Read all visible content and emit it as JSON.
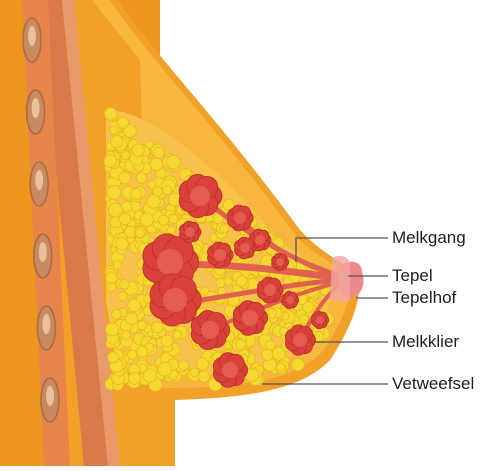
{
  "labels": {
    "milk_duct": "Melkgang",
    "nipple": "Tepel",
    "areola": "Tepelhof",
    "mammary_gland": "Melkklier",
    "fat_tissue": "Vetweefsel"
  },
  "colors": {
    "skin_outer": "#f09a1f",
    "skin_inner": "#f7b23c",
    "fat": "#f6d832",
    "gland": "#d9413a",
    "duct": "#e0614d",
    "nipple": "#ec8a8a",
    "rib": "#c98a60",
    "muscle": "#d8704a"
  }
}
